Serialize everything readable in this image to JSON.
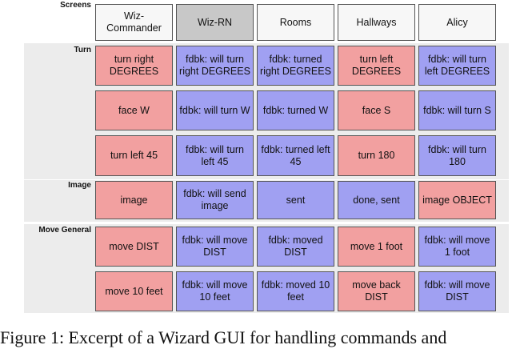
{
  "groups": {
    "screens": "Screens",
    "turn": "Turn",
    "image": "Image",
    "move_general": "Move General"
  },
  "headers": [
    "Wiz-\nCommander",
    "Wiz-RN",
    "Rooms",
    "Hallways",
    "Alicy"
  ],
  "rows": [
    [
      "turn right\nDEGREES",
      "fdbk: will turn\nright DEGREES",
      "fdbk: turned\nright DEGREES",
      "turn left\nDEGREES",
      "fdbk: will turn\nleft DEGREES"
    ],
    [
      "face W",
      "fdbk: will turn W",
      "fdbk: turned W",
      "face S",
      "fdbk: will turn S"
    ],
    [
      "turn left 45",
      "fdbk: will turn\nleft 45",
      "fdbk: turned left\n45",
      "turn 180",
      "fdbk: will turn\n180"
    ],
    [
      "image",
      "fdbk: will send\nimage",
      "sent",
      "done, sent",
      "image OBJECT"
    ],
    [
      "move DIST",
      "fdbk: will move\nDIST",
      "fdbk: moved\nDIST",
      "move 1 foot",
      "fdbk: will move\n1 foot"
    ],
    [
      "move 10 feet",
      "fdbk: will move\n10 feet",
      "fdbk: moved 10\nfeet",
      "move back\nDIST",
      "fdbk: will move\nDIST"
    ]
  ],
  "caption": "Figure 1: Excerpt of a Wizard GUI for handling commands and",
  "colors": {
    "command": "#f2a0a0",
    "feedback": "#a0a0f2",
    "header": "#f7f7f7",
    "header_selected": "#c8c8c8",
    "panel": "#ececec"
  }
}
